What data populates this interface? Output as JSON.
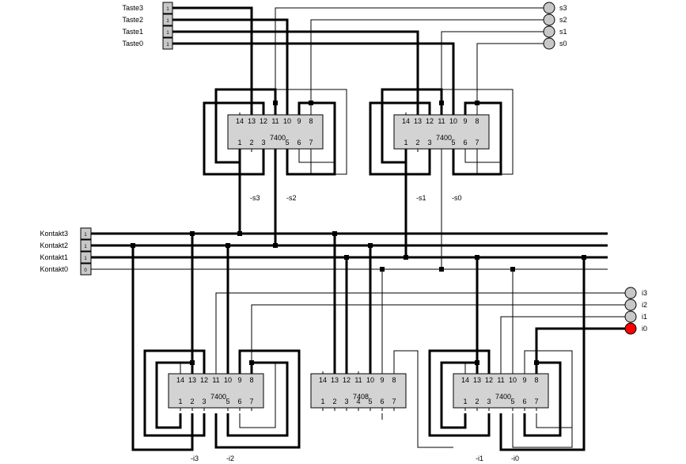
{
  "switches": [
    {
      "label": "Taste3",
      "state": "1"
    },
    {
      "label": "Taste2",
      "state": "1"
    },
    {
      "label": "Taste1",
      "state": "1"
    },
    {
      "label": "Taste0",
      "state": "1"
    }
  ],
  "contacts": [
    {
      "label": "Kontakt3",
      "state": "1"
    },
    {
      "label": "Kontakt2",
      "state": "1"
    },
    {
      "label": "Kontakt1",
      "state": "1"
    },
    {
      "label": "Kontakt0",
      "state": "0"
    }
  ],
  "leds_s": [
    {
      "label": "s3",
      "on": false
    },
    {
      "label": "s2",
      "on": false
    },
    {
      "label": "s1",
      "on": false
    },
    {
      "label": "s0",
      "on": false
    }
  ],
  "leds_i": [
    {
      "label": "i3",
      "on": false
    },
    {
      "label": "i2",
      "on": false
    },
    {
      "label": "i1",
      "on": false
    },
    {
      "label": "i0",
      "on": true
    }
  ],
  "chips": [
    {
      "name": "7400",
      "top_pins": [
        "14",
        "13",
        "12",
        "11",
        "10",
        "9",
        "8"
      ],
      "bottom_pins": [
        "1",
        "2",
        "3",
        "5",
        "6",
        "7"
      ]
    },
    {
      "name": "7400",
      "top_pins": [
        "14",
        "13",
        "12",
        "11",
        "10",
        "9",
        "8"
      ],
      "bottom_pins": [
        "1",
        "2",
        "3",
        "5",
        "6",
        "7"
      ]
    },
    {
      "name": "7400",
      "top_pins": [
        "14",
        "13",
        "12",
        "11",
        "10",
        "9",
        "8"
      ],
      "bottom_pins": [
        "1",
        "2",
        "3",
        "5",
        "6",
        "7"
      ]
    },
    {
      "name": "7408",
      "top_pins": [
        "14",
        "13",
        "12",
        "11",
        "10",
        "9",
        "8"
      ],
      "bottom_pins": [
        "1",
        "2",
        "3",
        "4",
        "5",
        "6",
        "7"
      ]
    },
    {
      "name": "7400",
      "top_pins": [
        "14",
        "13",
        "12",
        "11",
        "10",
        "9",
        "8"
      ],
      "bottom_pins": [
        "1",
        "2",
        "3",
        "5",
        "6",
        "7"
      ]
    }
  ],
  "net_labels_s": [
    "-s3",
    "-s2",
    "-s1",
    "-s0"
  ],
  "net_labels_i": [
    "-i3",
    "-i2",
    "-i1",
    "-i0"
  ],
  "colors": {
    "led_off": "#c8c8c8",
    "led_on": "#ff0000",
    "chip_fill": "#d3d3d3"
  }
}
